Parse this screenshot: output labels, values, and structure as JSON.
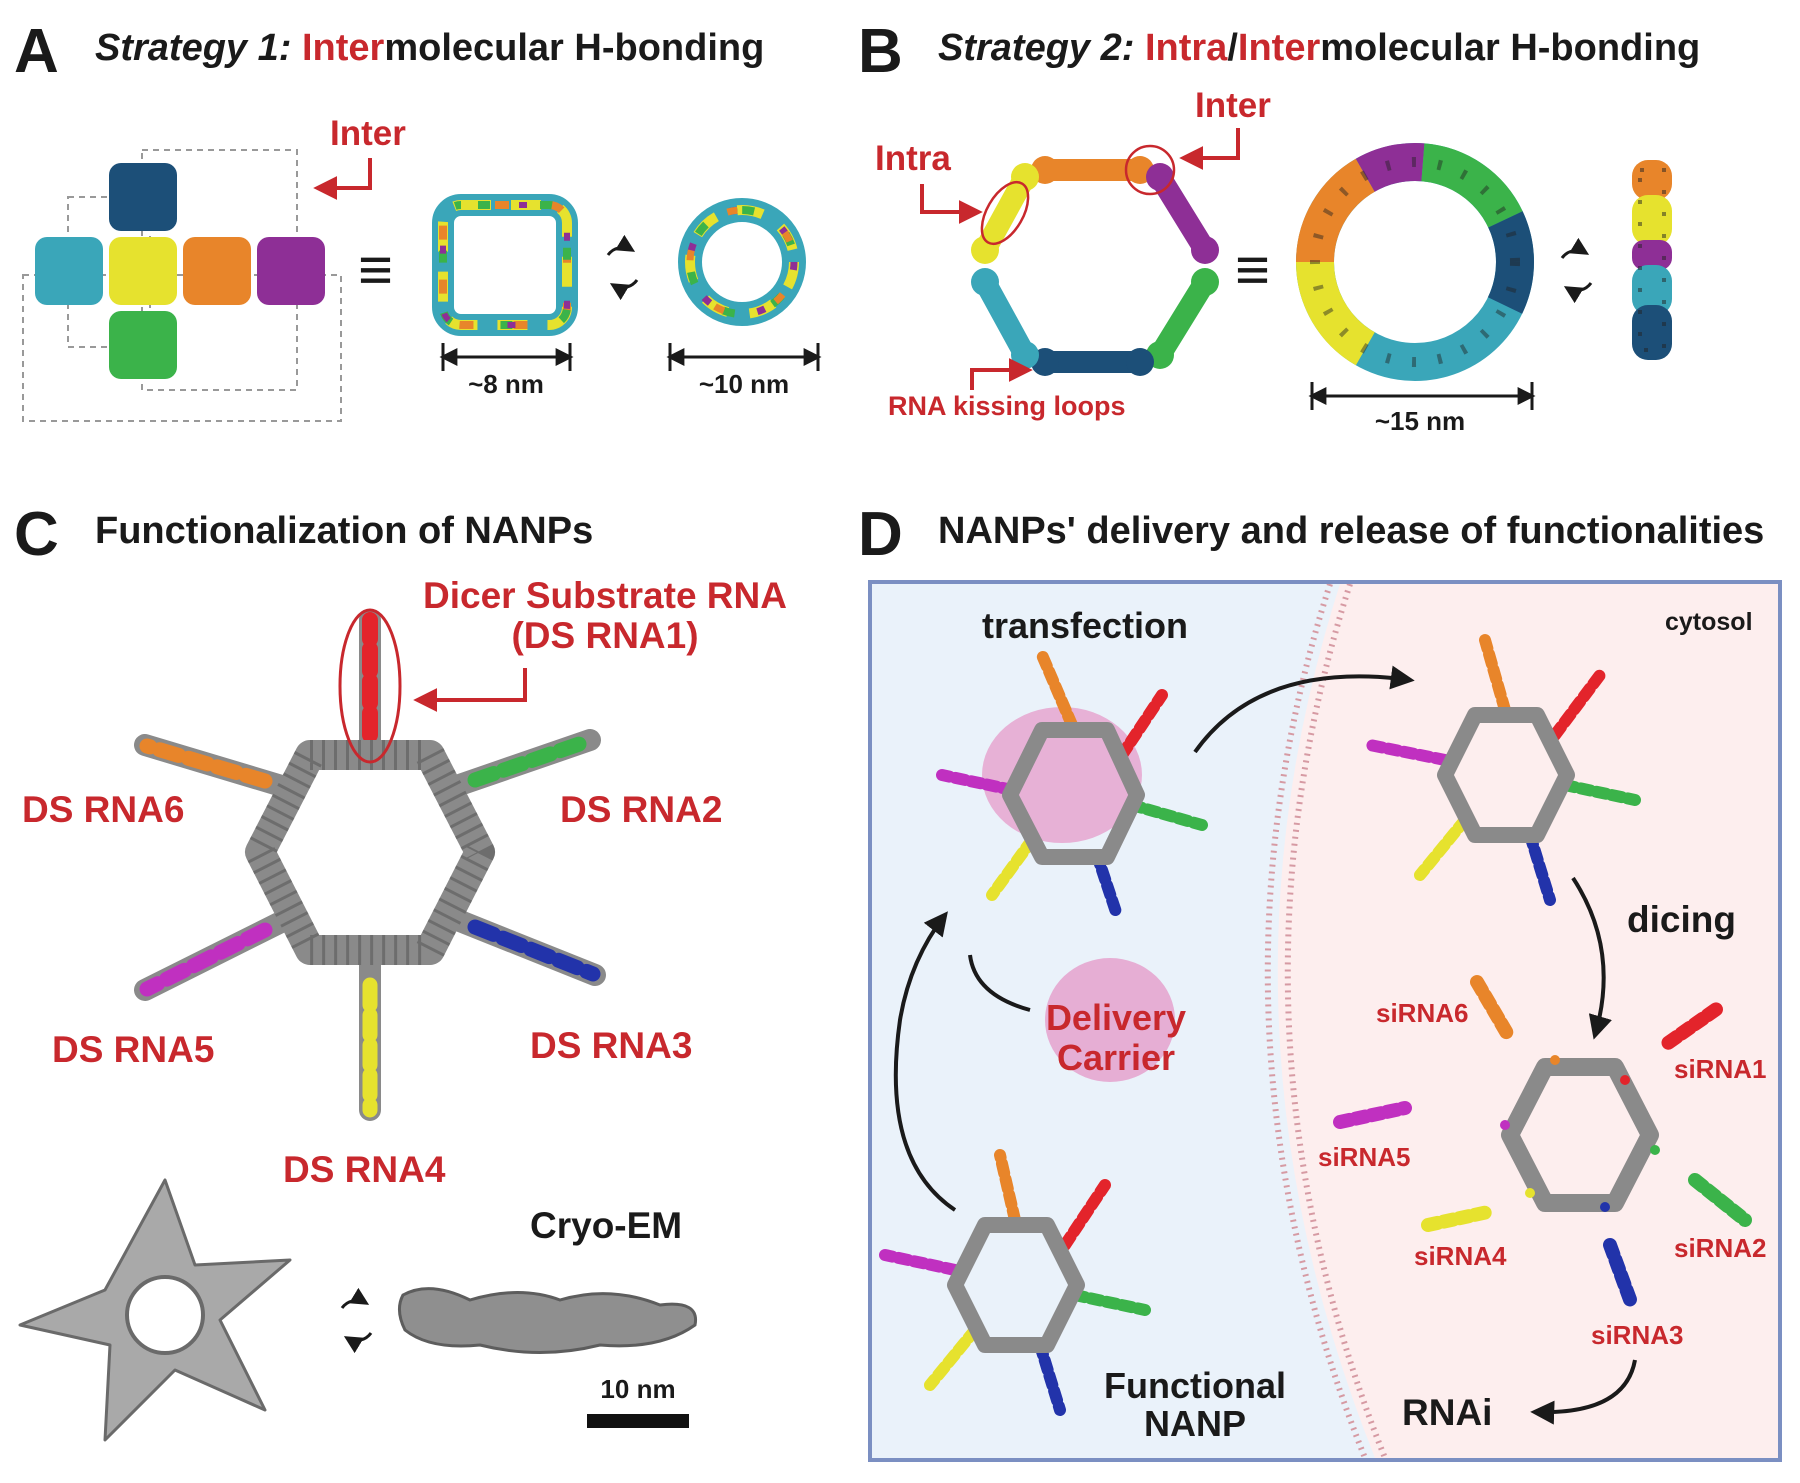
{
  "colors": {
    "accent_red": "#c8282d",
    "pal_teal": "#3aa6b9",
    "pal_navy": "#1c4f78",
    "pal_yellow": "#e6e22e",
    "pal_orange": "#e8852a",
    "pal_purple": "#8e2f96",
    "pal_green": "#3bb34a",
    "helix_gray": "#8a8a8a",
    "cell_out_bg": "#eaf2fa",
    "cytosol_bg": "#fdeeee",
    "carrier_pink": "#e6a6cf"
  },
  "panelA": {
    "letter": "A",
    "title_prefix": "Strategy 1: ",
    "title_red": "Inter",
    "title_rest": "molecular H-bonding",
    "inter_label": "Inter",
    "equiv": "≡",
    "dim1": "~8 nm",
    "dim2": "~10 nm"
  },
  "panelB": {
    "letter": "B",
    "title_prefix": "Strategy 2: ",
    "title_red1": "Intra",
    "title_slash": "/",
    "title_red2": "Inter",
    "title_rest": "molecular H-bonding",
    "intra_label": "Intra",
    "inter_label": "Inter",
    "kissing_label": "RNA kissing loops",
    "equiv": "≡",
    "dim": "~15 nm"
  },
  "panelC": {
    "letter": "C",
    "title": "Functionalization of NANPs",
    "ds1_line1": "Dicer Substrate RNA",
    "ds1_line2": "(DS RNA1)",
    "ds2": "DS RNA2",
    "ds3": "DS RNA3",
    "ds4": "DS RNA4",
    "ds5": "DS RNA5",
    "ds6": "DS RNA6",
    "cryo": "Cryo-EM",
    "scale": "10 nm"
  },
  "panelD": {
    "letter": "D",
    "title": "NANPs' delivery and release of functionalities",
    "transfection": "transfection",
    "cytosol": "cytosol",
    "dicing": "dicing",
    "carrier_line1": "Delivery",
    "carrier_line2": "Carrier",
    "functional_line1": "Functional",
    "functional_line2": "NANP",
    "rnai": "RNAi",
    "sirna1": "siRNA1",
    "sirna2": "siRNA2",
    "sirna3": "siRNA3",
    "sirna4": "siRNA4",
    "sirna5": "siRNA5",
    "sirna6": "siRNA6"
  }
}
